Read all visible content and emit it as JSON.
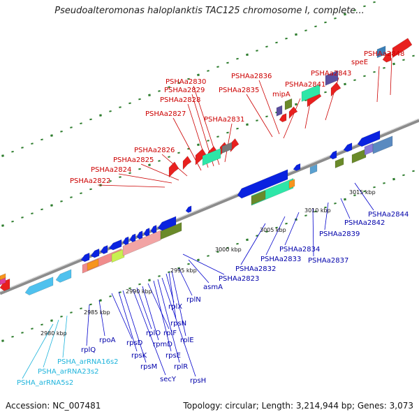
{
  "title": "Pseudoalteromonas haloplanktis TAC125 chromosome I, complete...",
  "footer": {
    "accession": "Accession: NC_007481",
    "topology": "Topology: circular; Length: 3,214,944 bp; Genes: 3,073"
  },
  "colors": {
    "backbone": "#8c8c8c",
    "tick": "#2e7d2e",
    "label_red": "#cc0000",
    "label_blue": "#0000aa",
    "label_cyan": "#1eb4dc",
    "leader_red": "#cc0000",
    "leader_blue": "#0000cc",
    "leader_cyan": "#1eb4dc"
  },
  "ruler_labels": [
    "2980 kbp",
    "2985 kbp",
    "2990 kbp",
    "2995 kbp",
    "3000 kbp",
    "3005 kbp",
    "3010 kbp",
    "3015 kbp"
  ],
  "labels_top": [
    "PSHAa2822",
    "PSHAa2824",
    "PSHAa2825",
    "PSHAa2826",
    "PSHAa2827",
    "PSHAa2828",
    "PSHAa2829",
    "PSHAa2830",
    "PSHAa2831",
    "PSHAa2835",
    "PSHAa2836",
    "mipA",
    "PSHAa2841",
    "PSHAa2843",
    "speE",
    "PSHAa2848"
  ],
  "labels_bottom": [
    "PSHA_arRNA5s2",
    "PSHA_arRNA23s2",
    "PSHA_arRNA16s2",
    "rplQ",
    "rpoA",
    "rpsD",
    "rpsK",
    "rpsM",
    "secY",
    "rplO",
    "rpmD",
    "rplF",
    "rpsE",
    "rplR",
    "rpsH",
    "rplX",
    "rpsN",
    "rplE",
    "rplN",
    "asmA",
    "PSHAa2823",
    "PSHAa2832",
    "PSHAa2833",
    "PSHAa2834",
    "PSHAa2837",
    "PSHAa2839",
    "PSHAa2842",
    "PSHAa2844"
  ]
}
